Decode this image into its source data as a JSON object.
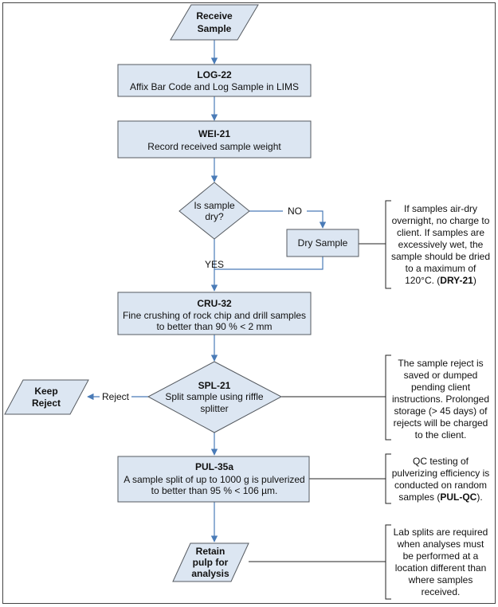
{
  "nodes": {
    "receive": {
      "lines": [
        "Receive",
        "Sample"
      ]
    },
    "log22": {
      "code": "LOG-22",
      "desc": "Affix Bar Code and Log Sample in LIMS"
    },
    "wei21": {
      "code": "WEI-21",
      "desc": "Record received sample weight"
    },
    "dry_decision": {
      "lines": [
        "Is sample",
        "dry?"
      ]
    },
    "dry_sample": {
      "label": "Dry Sample"
    },
    "cru32": {
      "code": "CRU-32",
      "desc_lines": [
        "Fine crushing of rock chip and drill samples",
        "to better than 90 % < 2 mm"
      ]
    },
    "spl21": {
      "code": "SPL-21",
      "desc_lines": [
        "Split sample using riffle",
        "splitter"
      ]
    },
    "keep_reject": {
      "lines": [
        "Keep",
        "Reject"
      ]
    },
    "pul35a": {
      "code": "PUL-35a",
      "desc_lines": [
        "A sample split of up to 1000 g is pulverized",
        "to better than 95 % < 106 µm."
      ]
    },
    "retain": {
      "lines": [
        "Retain",
        "pulp for",
        "analysis"
      ]
    }
  },
  "edge_labels": {
    "no": "NO",
    "yes": "YES",
    "reject": "Reject"
  },
  "notes": {
    "dry": {
      "lines": [
        "If samples air-dry",
        "overnight, no charge to",
        "client. If samples are",
        "excessively wet, the",
        "sample should be dried",
        "to a maximum of"
      ],
      "last_prefix": "120°C. (",
      "last_code": "DRY-21",
      "last_suffix": ")"
    },
    "reject": {
      "lines": [
        "The sample reject is",
        "saved or dumped",
        "pending client",
        "instructions. Prolonged",
        "storage (> 45 days) of",
        "rejects will be charged",
        "to the client."
      ]
    },
    "qc": {
      "lines": [
        "QC testing of",
        "pulverizing efficiency is",
        "conducted on random"
      ],
      "last_prefix": "samples (",
      "last_code": "PUL-QC",
      "last_suffix": ")."
    },
    "splits": {
      "lines": [
        "Lab splits are required",
        "when analyses must",
        "be performed at a",
        "location different than",
        "where samples",
        "received."
      ]
    }
  },
  "colors": {
    "box_fill": "#dce6f2",
    "box_stroke": "#555a60",
    "connector": "#4a7bb7",
    "text": "#111111"
  }
}
